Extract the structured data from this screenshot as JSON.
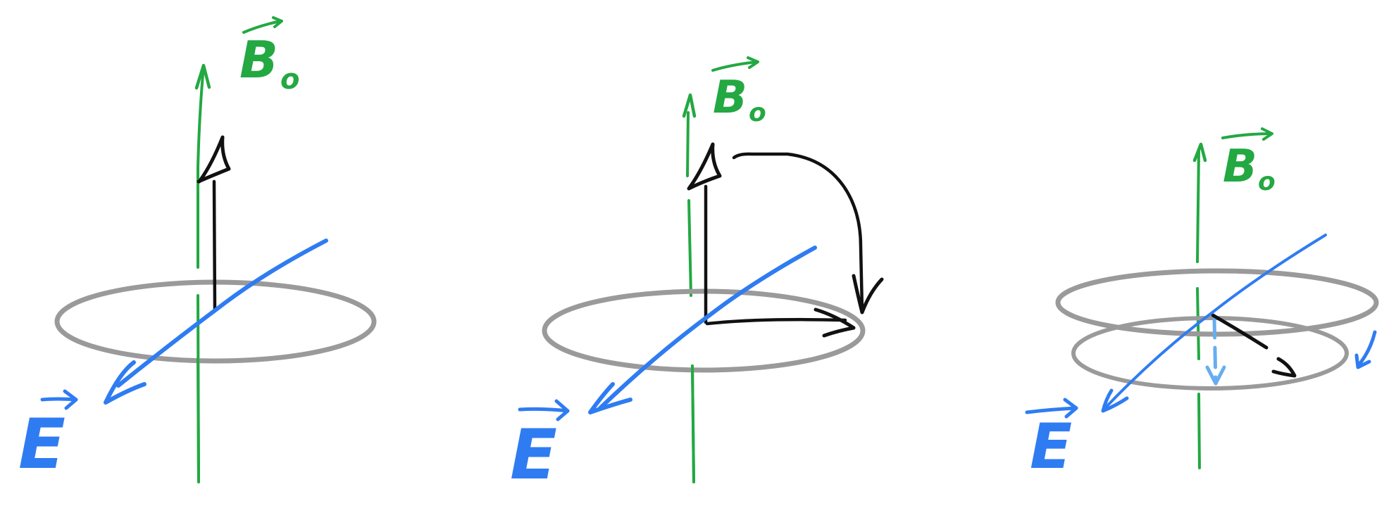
{
  "colors": {
    "background": "#ffffff",
    "b_field": "#23a842",
    "e_field": "#2f7cf2",
    "spin": "#111111",
    "precession_ring": "#9a9a9a",
    "z_component": "#66aef0"
  },
  "panels": [
    {
      "b_label": "B",
      "b_subscript": "o",
      "e_label": "E"
    },
    {
      "b_label": "B",
      "b_subscript": "o",
      "e_label": "E"
    },
    {
      "b_label": "B",
      "b_subscript": "o",
      "e_label": "E"
    }
  ]
}
